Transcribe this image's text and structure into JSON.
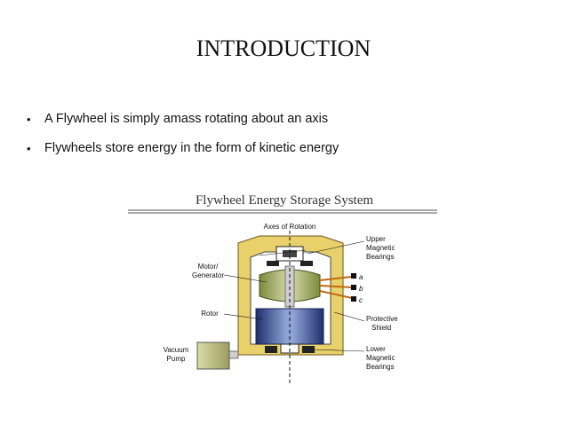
{
  "slide": {
    "title": "INTRODUCTION",
    "bullets": [
      "A Flywheel is simply amass rotating about an axis",
      "Flywheels store energy in the form of kinetic energy"
    ]
  },
  "diagram": {
    "heading": "Flywheel Energy Storage System",
    "labels": {
      "axes": "Axes of Rotation",
      "upper_1": "Upper",
      "upper_2": "Magnetic",
      "upper_3": "Bearings",
      "motor_1": "Motor/",
      "motor_2": "Generator",
      "rotor": "Rotor",
      "shield_1": "Protective",
      "shield_2": "Shield",
      "vacuum_1": "Vacuum",
      "vacuum_2": "Pump",
      "lower_1": "Lower",
      "lower_2": "Magnetic",
      "lower_3": "Bearings",
      "phase_a": "a",
      "phase_b": "b",
      "phase_c": "c"
    }
  }
}
